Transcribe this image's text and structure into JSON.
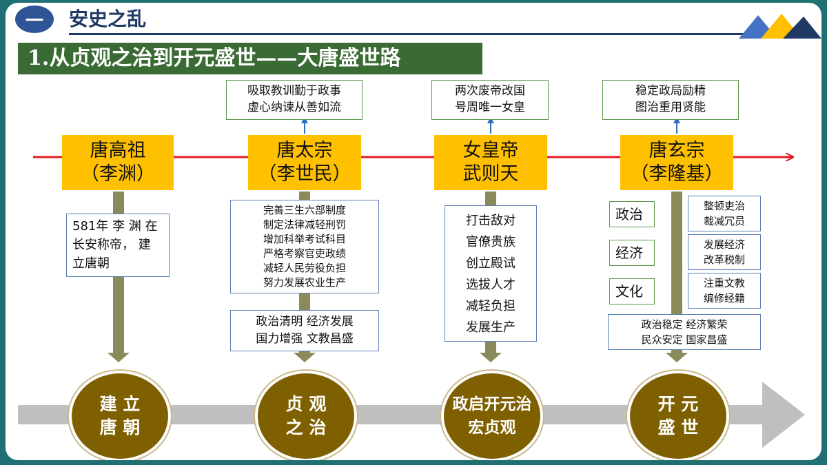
{
  "header": {
    "section_number": "一",
    "section_title": "安史之乱"
  },
  "banner": {
    "title": "1.从贞观之治到开元盛世——大唐盛世路"
  },
  "emperors": [
    {
      "name_line1": "唐高祖",
      "name_line2": "（李渊）",
      "top_note": [],
      "detail_lines": [
        "581年 李 渊 在",
        "长安称帝， 建",
        "立唐朝"
      ],
      "summary_lines": [],
      "period_line1": "建 立",
      "period_line2": "唐 朝"
    },
    {
      "name_line1": "唐太宗",
      "name_line2": "（李世民）",
      "top_note": [
        "吸取教训勤于政事",
        "虚心纳谏从善如流"
      ],
      "detail_lines": [
        "完善三生六部制度",
        "制定法律减轻刑罚",
        "增加科举考试科目",
        "严格考察官吏政绩",
        "减轻人民劳役负担",
        "努力发展农业生产"
      ],
      "summary_lines": [
        "政治清明  经济发展",
        "国力增强  文教昌盛"
      ],
      "period_line1": "贞   观",
      "period_line2": "之   治"
    },
    {
      "name_line1": "女皇帝",
      "name_line2": "武则天",
      "top_note": [
        "两次废帝改国",
        "号周唯一女皇"
      ],
      "detail_lines": [
        "打击敌对",
        "官僚贵族",
        "创立殿试",
        "选拔人才",
        "减轻负担",
        "发展生产"
      ],
      "summary_lines": [],
      "period_line1": "政启开元治",
      "period_line2": "宏贞观"
    },
    {
      "name_line1": "唐玄宗",
      "name_line2": "（李隆基）",
      "top_note": [
        "稳定政局励精",
        "图治重用贤能"
      ],
      "categories": [
        {
          "label": "政治",
          "lines": [
            "整顿吏治",
            "裁减冗员"
          ]
        },
        {
          "label": "经济",
          "lines": [
            "发展经济",
            "改革税制"
          ]
        },
        {
          "label": "文化",
          "lines": [
            "注重文教",
            "编修经籍"
          ]
        }
      ],
      "summary_lines": [
        "政治稳定   经济繁荣",
        "民众安定   国家昌盛"
      ],
      "period_line1": "开   元",
      "period_line2": "盛   世"
    }
  ],
  "colors": {
    "background": "#1f6f73",
    "banner": "#3a6b34",
    "emperor_box": "#ffc000",
    "timeline_red": "#e0191e",
    "connector": "#8b8a5a",
    "period_circle": "#7f6000",
    "bottom_arrow": "#bfbfbf",
    "header_blue": "#2f5597"
  }
}
